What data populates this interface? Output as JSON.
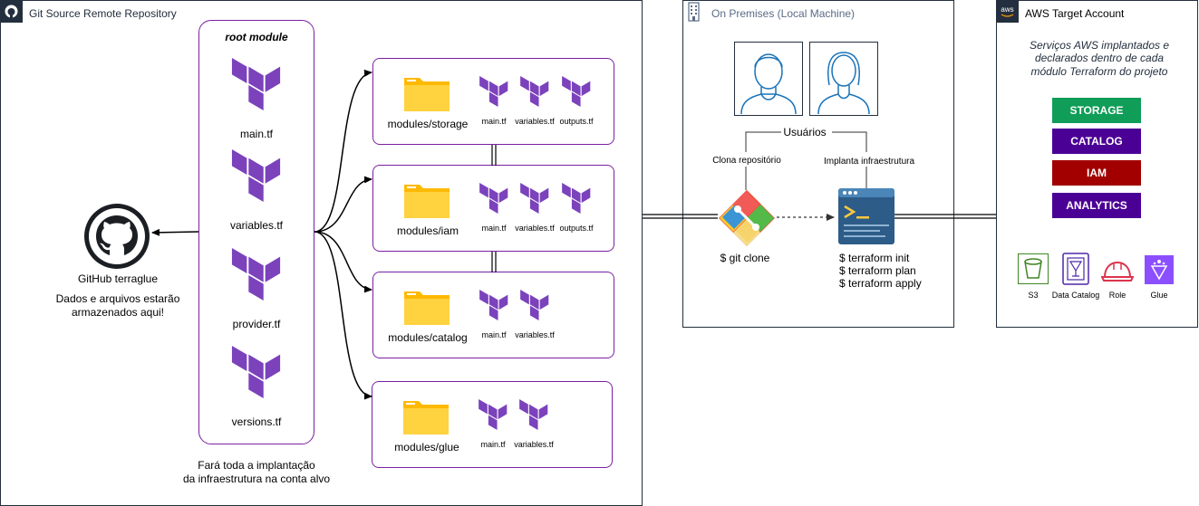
{
  "groups": {
    "git": {
      "title": "Git Source Remote Repository"
    },
    "onprem": {
      "title": "On Premises (Local Machine)"
    },
    "aws": {
      "title": "AWS Target Account"
    }
  },
  "root_module": {
    "title": "root module",
    "files": [
      "main.tf",
      "variables.tf",
      "provider.tf",
      "versions.tf"
    ],
    "caption_line1": "Fará toda a implantação",
    "caption_line2": "da infraestrutura na conta alvo"
  },
  "github": {
    "name": "GitHub terraglue",
    "desc_line1": "Dados e arquivos estarão",
    "desc_line2": "armazenados aqui!"
  },
  "modules": [
    {
      "name": "modules/storage",
      "files": [
        "main.tf",
        "variables.tf",
        "outputs.tf"
      ]
    },
    {
      "name": "modules/iam",
      "files": [
        "main.tf",
        "variables.tf",
        "outputs.tf"
      ]
    },
    {
      "name": "modules/catalog",
      "files": [
        "main.tf",
        "variables.tf"
      ]
    },
    {
      "name": "modules/glue",
      "files": [
        "main.tf",
        "variables.tf"
      ]
    }
  ],
  "onprem": {
    "users_label": "Usuários",
    "clone_label": "Clona repositório",
    "deploy_label": "Implanta infraestrutura",
    "git_cmd": "$ git clone",
    "tf_cmds": [
      "$ terraform init",
      "$ terraform plan",
      "$ terraform apply"
    ]
  },
  "aws": {
    "desc_line1": "Serviços AWS implantados e",
    "desc_line2": "declarados dentro de cada",
    "desc_line3": "módulo Terraform do projeto",
    "services": [
      {
        "label": "STORAGE",
        "color": "#0F9D58"
      },
      {
        "label": "CATALOG",
        "color": "#4B0095"
      },
      {
        "label": "IAM",
        "color": "#A20000"
      },
      {
        "label": "ANALYTICS",
        "color": "#4B0095"
      }
    ],
    "icons": [
      {
        "label": "S3",
        "icon": "s3-bucket-icon",
        "color": "#3F8624"
      },
      {
        "label": "Data Catalog",
        "icon": "data-catalog-icon",
        "color": "#4D27AA"
      },
      {
        "label": "Role",
        "icon": "iam-role-icon",
        "color": "#DD344C"
      },
      {
        "label": "Glue",
        "icon": "glue-icon",
        "color": "#8C4FFF"
      }
    ]
  }
}
